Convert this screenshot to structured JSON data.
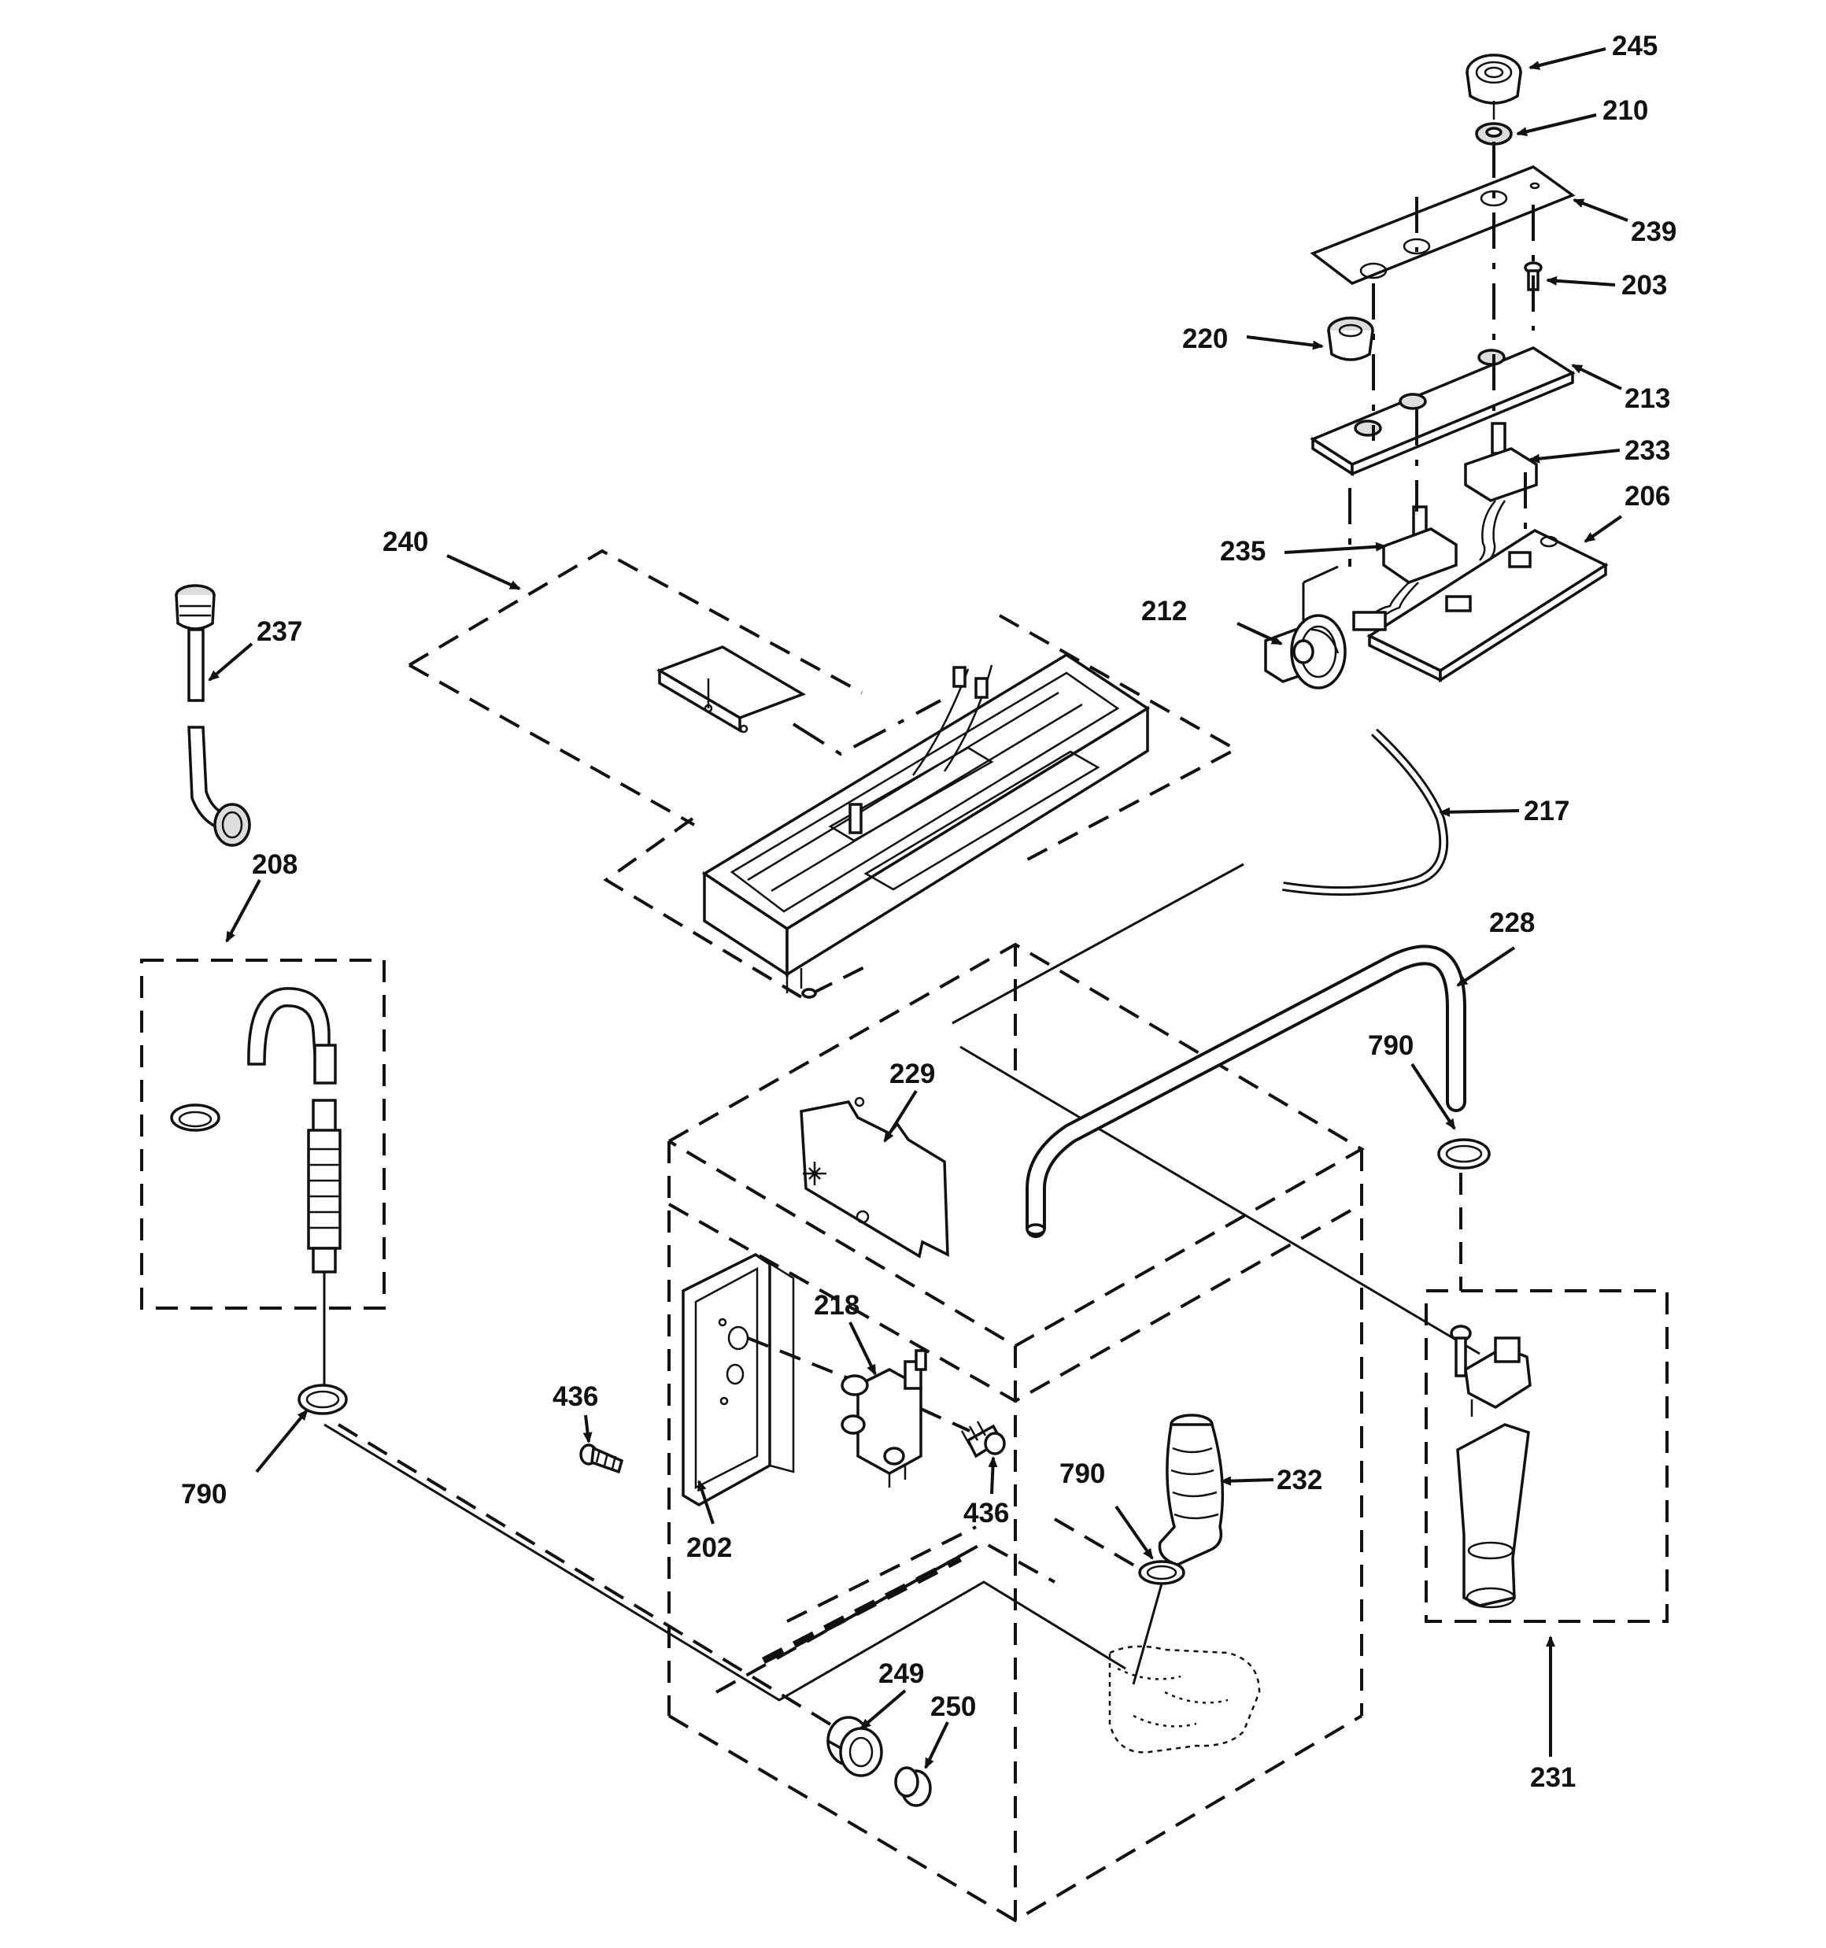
{
  "diagram": {
    "callouts": [
      {
        "id": "c245",
        "text": "245"
      },
      {
        "id": "c210",
        "text": "210"
      },
      {
        "id": "c239",
        "text": "239"
      },
      {
        "id": "c203",
        "text": "203"
      },
      {
        "id": "c220",
        "text": "220"
      },
      {
        "id": "c213",
        "text": "213"
      },
      {
        "id": "c233",
        "text": "233"
      },
      {
        "id": "c206",
        "text": "206"
      },
      {
        "id": "c235",
        "text": "235"
      },
      {
        "id": "c212",
        "text": "212"
      },
      {
        "id": "c217",
        "text": "217"
      },
      {
        "id": "c240",
        "text": "240"
      },
      {
        "id": "c237",
        "text": "237"
      },
      {
        "id": "c208",
        "text": "208"
      },
      {
        "id": "c228",
        "text": "228"
      },
      {
        "id": "c790a",
        "text": "790"
      },
      {
        "id": "c229",
        "text": "229"
      },
      {
        "id": "c218",
        "text": "218"
      },
      {
        "id": "c436a",
        "text": "436"
      },
      {
        "id": "c436b",
        "text": "436"
      },
      {
        "id": "c790b",
        "text": "790"
      },
      {
        "id": "c202",
        "text": "202"
      },
      {
        "id": "c790c",
        "text": "790"
      },
      {
        "id": "c232",
        "text": "232"
      },
      {
        "id": "c249",
        "text": "249"
      },
      {
        "id": "c250",
        "text": "250"
      },
      {
        "id": "c231",
        "text": "231"
      }
    ]
  }
}
